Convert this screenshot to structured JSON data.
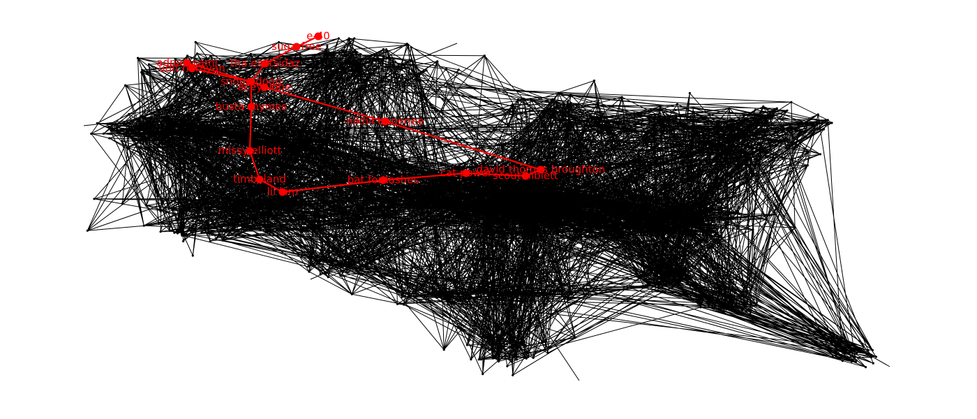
{
  "colors": {
    "background": "#ffffff",
    "network_edge": "#000000",
    "network_node": "#000000",
    "path": "#ff0000"
  },
  "labels": {
    "e40": "e-40",
    "sugarfree": "sugarfree",
    "adnan_sami": "adnan sami",
    "tha_eastsidaz": "tha eastsidaz",
    "udit_narayan": "udit narayan",
    "snoop_dogg": "snoop dogg",
    "aceyalone": "aceyalone",
    "busta_rhymes": "busta rhymes",
    "nikhil_banerjee": "nikhil banerjee",
    "missy_elliott": "missy elliott",
    "timbaland": "timbaland",
    "lil_kim": "lil kim",
    "bat_for_lashes": "bat for lashes",
    "cat_power": "cat power",
    "david_broughton": "david thomas broughton",
    "scout_niblett": "scout niblett"
  }
}
